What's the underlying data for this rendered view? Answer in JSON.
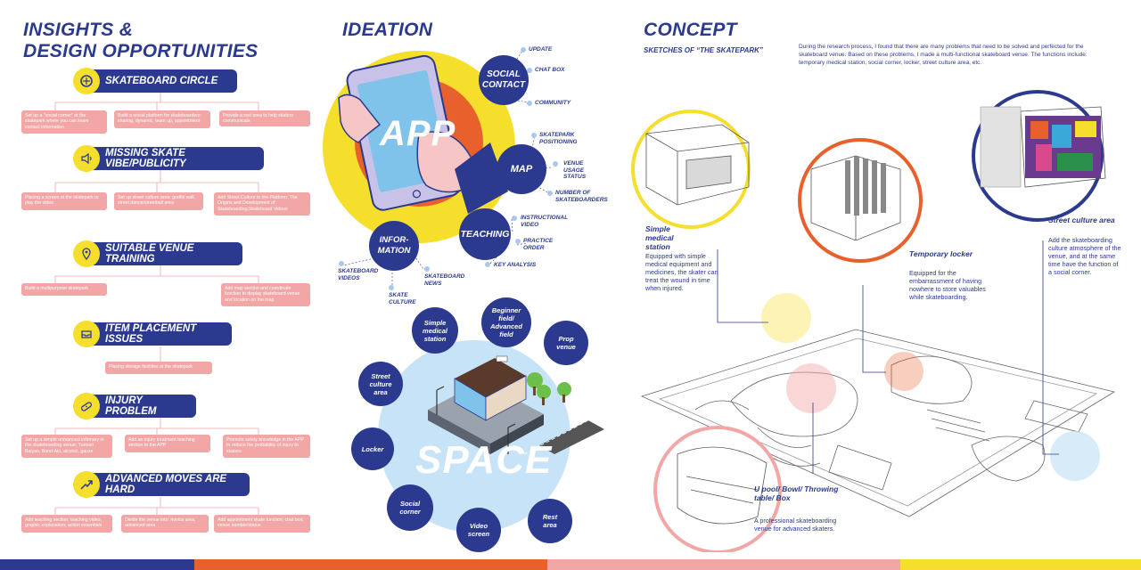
{
  "insights": {
    "title_line1": "INSIGHTS &",
    "title_line2": "DESIGN OPPORTUNITIES",
    "problems": [
      {
        "label": "SKATEBOARD CIRCLE",
        "boxes": [
          "Set up a \"social corner\" at the skatepark where you can leave contact information",
          "Build a social platform for skateboarders: sharing, dynamic, team up, appointment",
          "Provide a rest area to help skaters communicate"
        ]
      },
      {
        "label": "MISSING SKATE VIBE/PUBLICITY",
        "boxes": [
          "Placing a screen at the skatepark to play the video",
          "Set up street culture area: graffiti wall, street dance/streetball area",
          "Add Street Culture to the Platform: The Origins and Development of Skateboarding,Skateboard Videos"
        ]
      },
      {
        "label": "SUITABLE VENUE TRAINING",
        "boxes": [
          "Build a multipurpose skatepark",
          "Add map section and coordinate function to display skateboard venue and location on the map"
        ]
      },
      {
        "label": "ITEM PLACEMENT ISSUES",
        "boxes": [
          "Placing storage facilities at the skatepark"
        ]
      },
      {
        "label": "INJURY PROBLEM",
        "boxes": [
          "Set up a simple unmanned infirmary in the skateboarding venue: Yunnan Baiyao, Band-Aid, alcohol, gauze",
          "Add an injury treatment teaching section to the APP",
          "Promote safety knowledge in the APP to reduce the probability of injury to skaters"
        ]
      },
      {
        "label": "ADVANCED MOVES ARE HARD",
        "boxes": [
          "Add teaching section: teaching video, graphic explanation, action essentials",
          "Divide the venue into: novice area, advanced area",
          "Add appointment skate function; chat box; venue number/status"
        ]
      }
    ]
  },
  "ideation": {
    "title": "IDEATION",
    "app_word": "APP",
    "space_word": "SPACE",
    "app_nodes": {
      "social": "SOCIAL CONTACT",
      "map": "MAP",
      "teaching": "TEACHING",
      "information": "INFOR- MATION"
    },
    "app_labels": {
      "update": "UPDATE",
      "chat_box": "CHAT BOX",
      "community": "COMMUNITY",
      "positioning": "SKATEPARK POSITIONING",
      "venue_status": "VENUE USAGE STATUS",
      "number_skaters": "NUMBER OF SKATEBOARDERS",
      "instructional": "INSTRUCTIONAL VIDEO",
      "practice": "PRACTICE ORDER",
      "key_analysis": "KEY ANALYSIS",
      "skate_videos": "SKATEBOARD VIDEOS",
      "skate_news": "SKATEBOARD NEWS",
      "skate_culture": "SKATE CULTURE"
    },
    "space_nodes": [
      "Simple medical station",
      "Beginner field/ Advanced field",
      "Prop venue",
      "Street culture area",
      "Locker",
      "Social corner",
      "Video screen",
      "Rest area"
    ]
  },
  "concept": {
    "title": "CONCEPT",
    "subtitle": "SKETCHES OF “THE SKATEPARK”",
    "intro": "During the research process, I found that there are many problems that need to be solved and perfected for the skateboard venue. Based on these problems, I made a multi-functional skateboard venue. The functions include: temporary medical station, social corner, locker, street culture area, etc.",
    "annotations": [
      {
        "title": "Simple medical station",
        "text": "Equipped with simple medical equipment and medicines, the skater can treat the wound in time when injured."
      },
      {
        "title": "Temporary locker",
        "text": "Equipped for the embarrassment of having nowhere to store valuables while skateboarding."
      },
      {
        "title": "Street culture area",
        "text": "Add the skateboarding culture atmosphere of the venue, and at the same time have the function of a social corner."
      },
      {
        "title": "U pool/ Bowl/ Throwing table/ Box",
        "text": "A professional skateboarding venue for advanced skaters."
      }
    ]
  },
  "colors": {
    "navy": "#2b3a8f",
    "orange": "#e8612c",
    "pink": "#f3a6a6",
    "yellow": "#f6de2c",
    "light_blue": "#c7e3f7"
  }
}
